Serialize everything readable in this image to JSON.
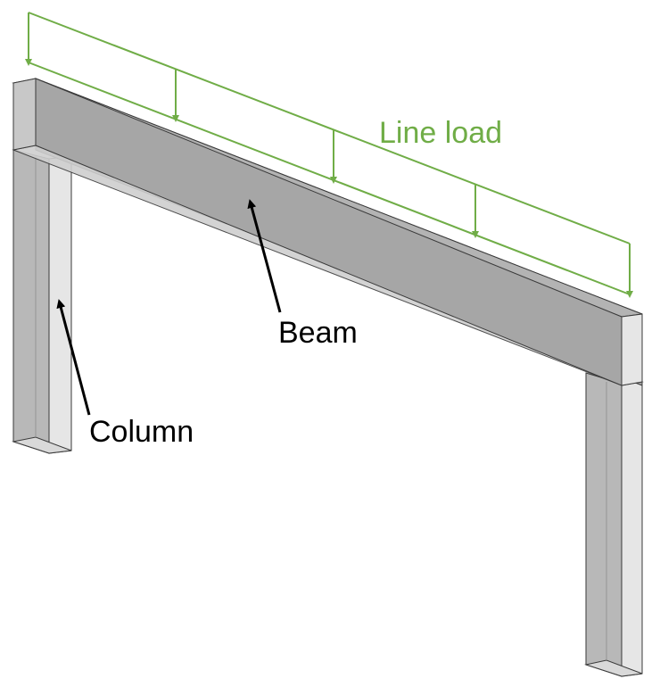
{
  "labels": {
    "line_load": "Line load",
    "beam": "Beam",
    "column": "Column"
  },
  "colors": {
    "load": "#70ad47",
    "outline": "#3a3a3a",
    "beam_face": "#a6a6a6",
    "beam_top": "#b8b8b8",
    "beam_bottom": "#d0d0d0",
    "beam_end": "#e6e6e6",
    "column_light": "#e6e6e6",
    "column_dark": "#b8b8b8",
    "text": "#000000",
    "arrow": "#000000"
  }
}
